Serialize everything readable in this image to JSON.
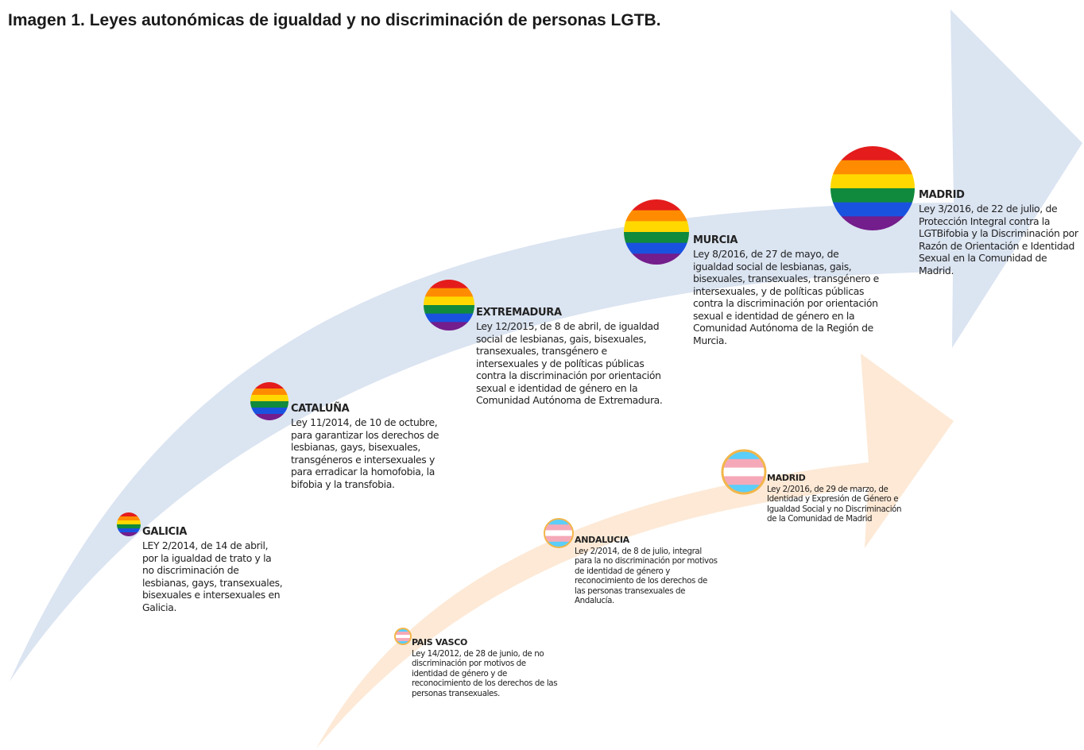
{
  "title": "Imagen 1. Leyes autonómicas de igualdad y no discriminación de personas LGTB.",
  "lgtb_laws": [
    {
      "region": "GALICIA",
      "law": "LEY 2/2014, de 14 de abril, por la igualdad de trato y la no discriminación de lesbianas, gays, transexuales, bisexuales e intersexuales en Galicia."
    },
    {
      "region": "CATALUÑA",
      "law": "Ley 11/2014, de 10 de octubre, para garantizar los derechos de lesbianas, gays, bisexuales, transgéneros e intersexuales y para erradicar la homofobia, la bifobia y la transfobia."
    },
    {
      "region": "EXTREMADURA",
      "law": "Ley 12/2015, de 8 de abril, de igualdad social de lesbianas, gais, bisexuales, transexuales, transgénero e intersexuales y de políticas públicas contra la discriminación por orientación sexual e identidad de género en la Comunidad Autónoma de Extremadura."
    },
    {
      "region": "MURCIA",
      "law": "Ley 8/2016, de 27 de mayo, de igualdad social de lesbianas, gais, bisexuales, transexuales, transgénero e intersexuales, y de políticas públicas contra la discriminación por orientación sexual e identidad de género en la Comunidad Autónoma de la Región de Murcia."
    },
    {
      "region": "MADRID",
      "law": "Ley 3/2016, de 22 de julio, de Protección Integral contra la LGTBifobia y la Discriminación por Razón de Orientación e Identidad Sexual en la Comunidad de Madrid."
    }
  ],
  "trans_laws": [
    {
      "region": "PAIS VASCO",
      "law": "Ley 14/2012, de 28 de junio, de no discriminación por motivos de identidad de género y de reconocimiento de los derechos de las personas transexuales."
    },
    {
      "region": "ANDALUCIA",
      "law": "Ley 2/2014, de 8 de julio, integral para la no discriminación por motivos de identidad de género y reconocimiento de los derechos de las personas transexuales de Andalucía."
    },
    {
      "region": "MADRID",
      "law": "Ley 2/2016, de 29 de marzo, de Identidad y Expresión de Género e Igualdad Social y no Discriminación de la Comunidad de Madrid"
    }
  ],
  "colors": {
    "blue_arrow": "#dbe4f1",
    "peach_arrow": "#fde9d6",
    "rainbow": [
      "#e41c1c",
      "#ff8c00",
      "#ffd800",
      "#108a3c",
      "#1a52e0",
      "#741d8c"
    ],
    "trans_flag": [
      "#5bcefa",
      "#f5a9b8",
      "#ffffff",
      "#f5a9b8",
      "#5bcefa"
    ],
    "trans_border": "#f2b64a"
  }
}
